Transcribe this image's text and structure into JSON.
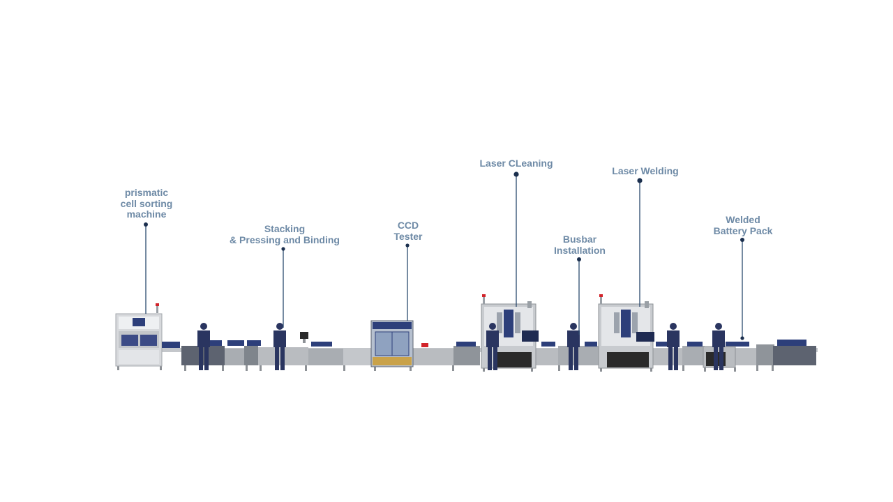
{
  "colors": {
    "label_text": "#6e8aa6",
    "leader_line": "#2b4a6e",
    "leader_dot": "#1b2f4e",
    "machine_frame": "#b5b8bc",
    "conveyor": "#9a9ea3",
    "conveyor_dark": "#5d6370",
    "panel_blue": "#2d3f7a",
    "operator": "#2a3560"
  },
  "stations": [
    {
      "id": "sorting",
      "lines": [
        "prismatic",
        "cell sorting",
        "machine"
      ]
    },
    {
      "id": "stacking",
      "lines": [
        "Stacking",
        "& Pressing and Binding"
      ]
    },
    {
      "id": "ccd",
      "lines": [
        "CCD",
        "Tester"
      ]
    },
    {
      "id": "cleaning",
      "lines": [
        "Laser CLeaning"
      ]
    },
    {
      "id": "busbar",
      "lines": [
        "Busbar",
        "Installation"
      ]
    },
    {
      "id": "welding",
      "lines": [
        "Laser Welding"
      ]
    },
    {
      "id": "pack",
      "lines": [
        "Welded",
        "Battery Pack"
      ]
    }
  ]
}
